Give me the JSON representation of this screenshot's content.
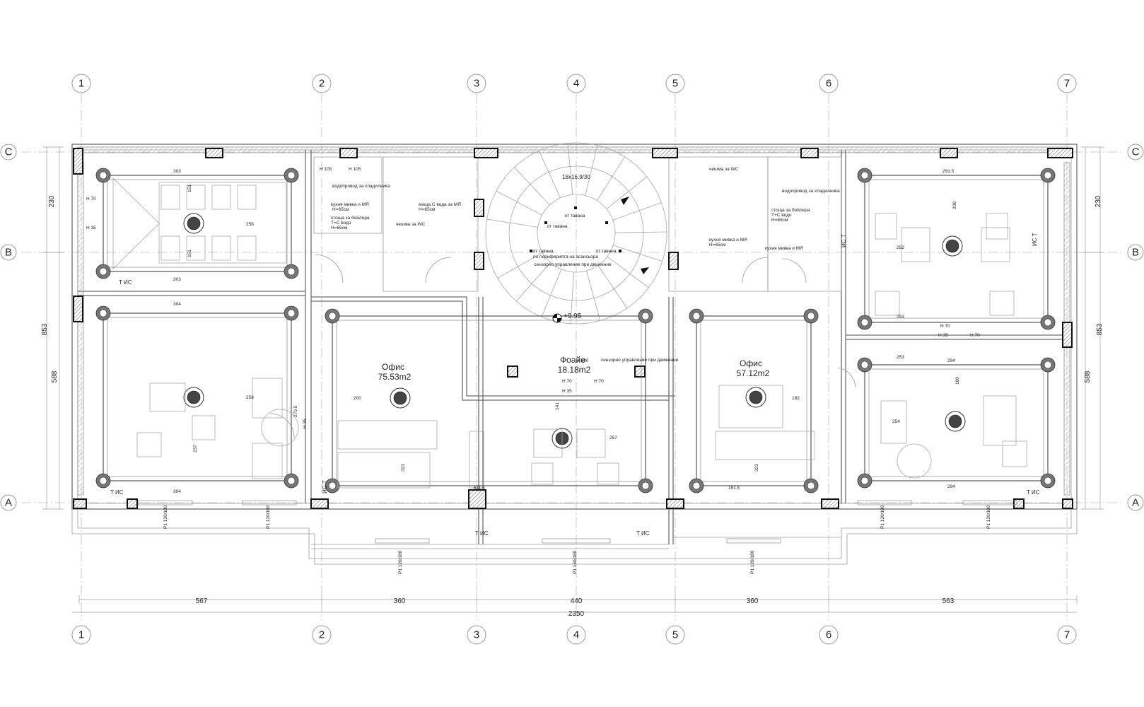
{
  "grid": {
    "columns": [
      "1",
      "2",
      "3",
      "4",
      "5",
      "6",
      "7"
    ],
    "rows": [
      "C",
      "B",
      "A"
    ]
  },
  "dimensions": {
    "bottom_segments": [
      "567",
      "360",
      "440",
      "360",
      "563"
    ],
    "overall": "2350",
    "left_vertical": [
      "230",
      "853",
      "588"
    ],
    "right_vertical": [
      "230",
      "853",
      "588"
    ]
  },
  "rooms": [
    {
      "name": "Фоайе",
      "area": "18.18m2"
    },
    {
      "name": "Офис",
      "area": "75.53m2"
    },
    {
      "name": "Офис",
      "area": "57.12m2"
    }
  ],
  "level_mark": "+9.95",
  "stair_label": "18x16.9/30",
  "stair_notes": [
    "от тавана",
    "от тавана",
    "по периферията на асансьора",
    "от тавана",
    "от тавана",
    "сензорно управление при движение"
  ],
  "foyer_notes": [
    "сензорно управление при движение"
  ],
  "ceiling_dims": [
    "303",
    "258",
    "151",
    "151",
    "303",
    "304",
    "258",
    "237",
    "270.5",
    "304",
    "200",
    "323",
    "141",
    "257",
    "611.5",
    "182",
    "323",
    "151.5",
    "291.5",
    "208",
    "252",
    "253",
    "253",
    "254",
    "180",
    "294",
    "294"
  ],
  "window_tags": [
    "P1 120/180",
    "P1 120/180",
    "P1 120/180",
    "P1 160/180",
    "P1 120/180",
    "P1 120/180",
    "P1 120/180"
  ],
  "service_tags": [
    "T ИС",
    "T ИС",
    "T ИС",
    "T ИС",
    "ИС T",
    "ИС T",
    "ИС T",
    "T ИС"
  ],
  "wc_notes_left": [
    "H 105",
    "H 105",
    "водопровод за хладилника",
    "кухня мивка и МЯ",
    "Н=65см",
    "стоща за бойлера",
    "Т+С водо",
    "Н=65см",
    "чешма за WC",
    "моща С вода за МЯ",
    "Н=65см"
  ],
  "wc_notes_right": [
    "кухня мивка и МЯ",
    "Н=65см",
    "стоща за бойлера",
    "Т+С водо",
    "Н=65см",
    "чешма за WC",
    "водопровод за хладилника",
    "кухня мивка и МЯ"
  ],
  "h_labels": [
    "H 70",
    "H 35",
    "H 70",
    "H 35",
    "H 190",
    "H 70",
    "H 35",
    "H 70",
    "H 70",
    "H 35"
  ],
  "colors": {
    "line": "#6d6d6d",
    "grid": "#bdbdbd",
    "column": "#111111"
  }
}
